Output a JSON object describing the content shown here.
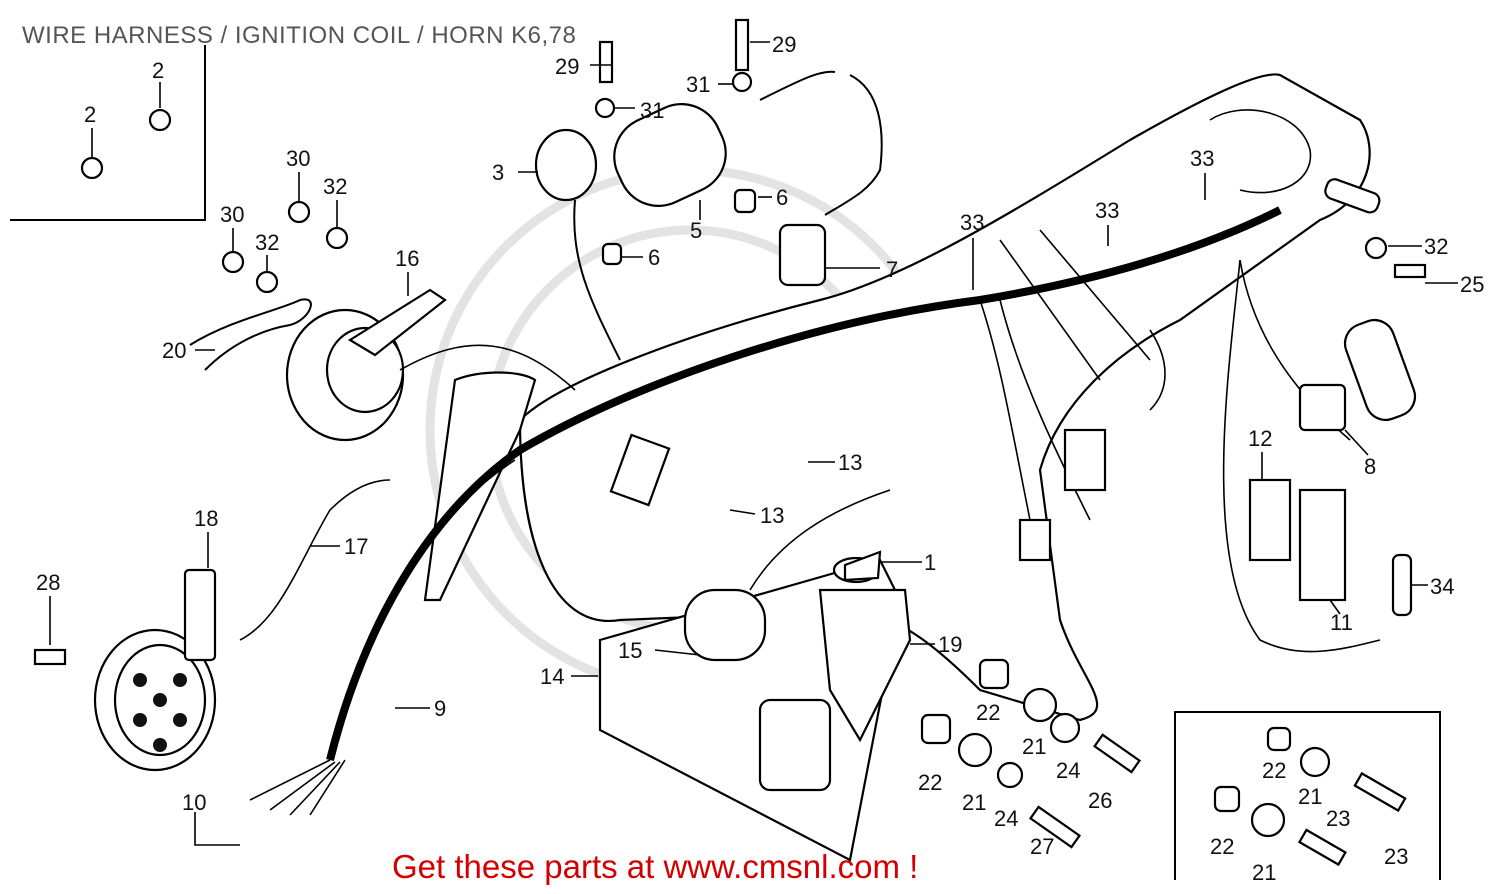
{
  "title": "WIRE HARNESS / IGNITION COIL / HORN K6,78",
  "footer": "Get these parts at www.cmsnl.com !",
  "callouts": [
    "2",
    "2",
    "29",
    "29",
    "31",
    "31",
    "3",
    "5",
    "6",
    "6",
    "7",
    "30",
    "32",
    "30",
    "32",
    "16",
    "20",
    "33",
    "33",
    "33",
    "32",
    "25",
    "12",
    "8",
    "13",
    "13",
    "1",
    "34",
    "11",
    "18",
    "17",
    "28",
    "9",
    "14",
    "15",
    "19",
    "22",
    "21",
    "24",
    "26",
    "22",
    "21",
    "24",
    "27",
    "10",
    "22",
    "21",
    "23",
    "22",
    "21",
    "23"
  ]
}
